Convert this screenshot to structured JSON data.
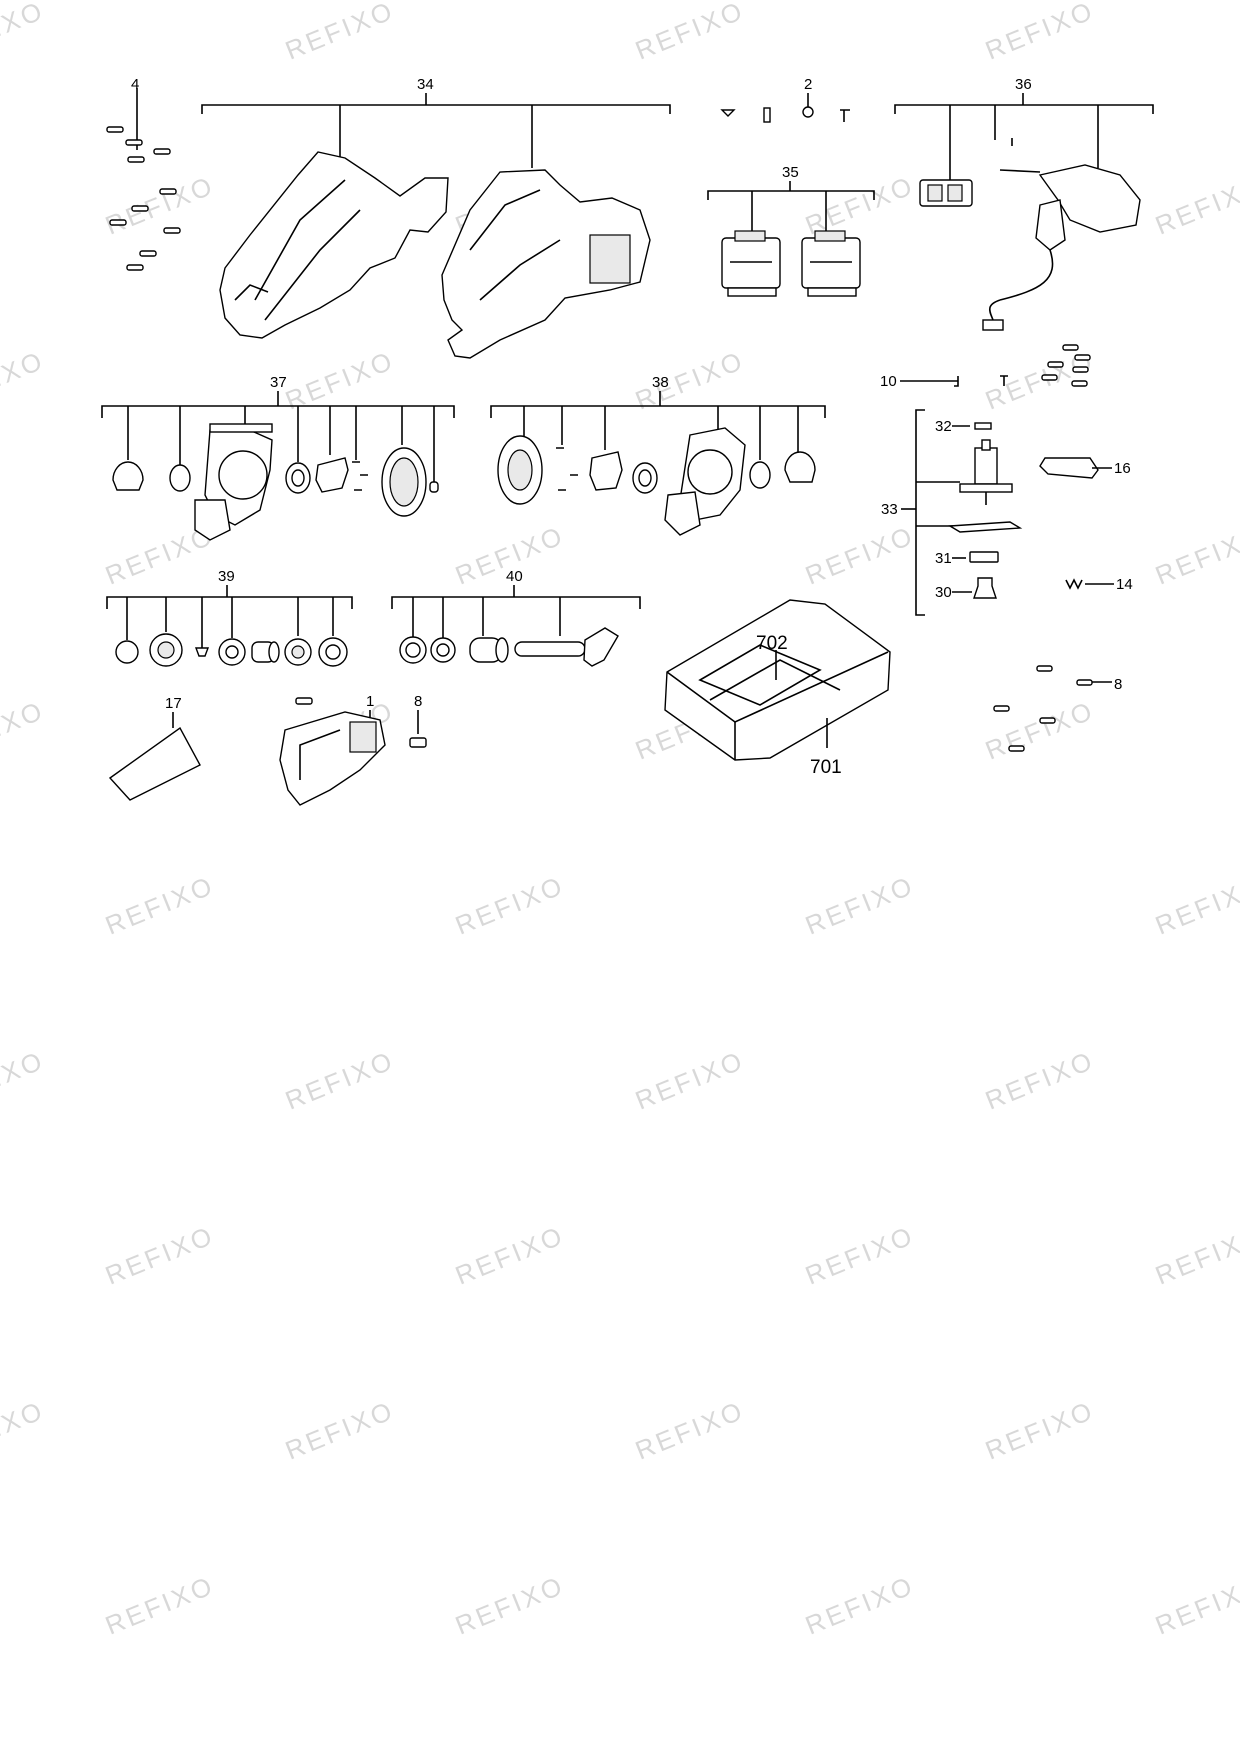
{
  "watermark": "REFIXO",
  "labels": {
    "l1": "1",
    "l2": "2",
    "l4": "4",
    "l8a": "8",
    "l8b": "8",
    "l10": "10",
    "l14": "14",
    "l16": "16",
    "l17": "17",
    "l30": "30",
    "l31": "31",
    "l32": "32",
    "l33": "33",
    "l34": "34",
    "l35": "35",
    "l36": "36",
    "l37": "37",
    "l38": "38",
    "l39": "39",
    "l40": "40",
    "l701": "701",
    "l702": "702"
  }
}
